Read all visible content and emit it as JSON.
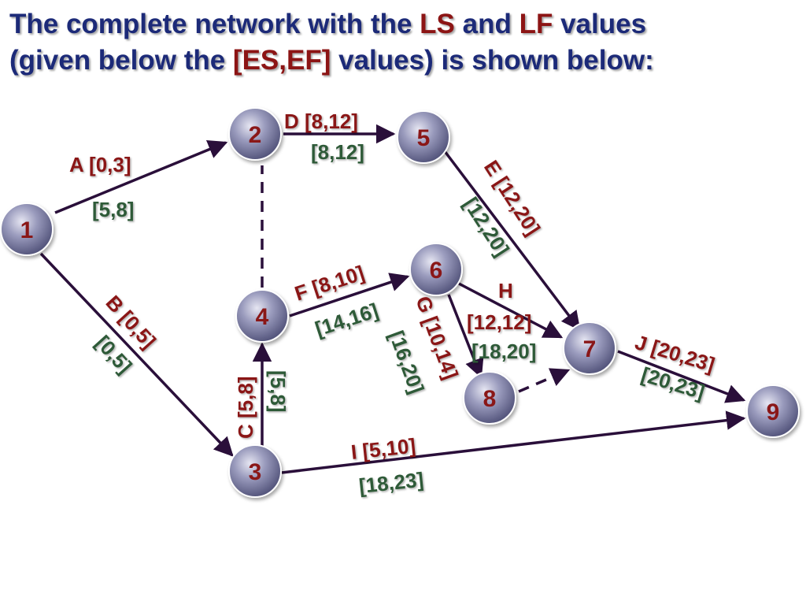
{
  "title": {
    "part1": "The complete network with the ",
    "ls": "LS",
    "part2": " and ",
    "lf": "LF",
    "part3": " values",
    "line2a": "(given below the ",
    "esef": "[ES,EF]",
    "line2b": " values) is shown below:"
  },
  "colors": {
    "title": "#1c2a78",
    "highlight": "#8c1414",
    "es_ef_label": "#8a1717",
    "ls_lf_label": "#2e5a37",
    "node_fill": "#7d7ea3",
    "arrow": "#2a0f3a"
  },
  "nodes": [
    {
      "id": "1",
      "label": "1"
    },
    {
      "id": "2",
      "label": "2"
    },
    {
      "id": "3",
      "label": "3"
    },
    {
      "id": "4",
      "label": "4"
    },
    {
      "id": "5",
      "label": "5"
    },
    {
      "id": "6",
      "label": "6"
    },
    {
      "id": "7",
      "label": "7"
    },
    {
      "id": "8",
      "label": "8"
    },
    {
      "id": "9",
      "label": "9"
    }
  ],
  "activities": [
    {
      "name": "A",
      "from": "1",
      "to": "2",
      "es_ef": "A [0,3]",
      "ls_lf": "[5,8]"
    },
    {
      "name": "B",
      "from": "1",
      "to": "3",
      "es_ef": "B [0,5]",
      "ls_lf": "[0,5]"
    },
    {
      "name": "C",
      "from": "3",
      "to": "4",
      "es_ef": "C [5,8]",
      "ls_lf": "[5,8]"
    },
    {
      "name": "D",
      "from": "2",
      "to": "5",
      "es_ef": "D [8,12]",
      "ls_lf": "[8,12]"
    },
    {
      "name": "E",
      "from": "5",
      "to": "7",
      "es_ef": "E [12,20]",
      "ls_lf": "[12,20]"
    },
    {
      "name": "F",
      "from": "4",
      "to": "6",
      "es_ef": "F [8,10]",
      "ls_lf": "[14,16]"
    },
    {
      "name": "G",
      "from": "6",
      "to": "8",
      "es_ef": "G [10,14]",
      "ls_lf": "[16,20]"
    },
    {
      "name": "H",
      "from": "6",
      "to": "7",
      "es_ef_name": "H",
      "es_ef_values": "[12,12]",
      "ls_lf": "[18,20]"
    },
    {
      "name": "I",
      "from": "3",
      "to": "9",
      "es_ef": "I [5,10]",
      "ls_lf": "[18,23]"
    },
    {
      "name": "J",
      "from": "7",
      "to": "9",
      "es_ef": "J [20,23]",
      "ls_lf": "[20,23]"
    }
  ],
  "dummies": [
    {
      "from": "4",
      "to": "2"
    },
    {
      "from": "8",
      "to": "7"
    }
  ]
}
